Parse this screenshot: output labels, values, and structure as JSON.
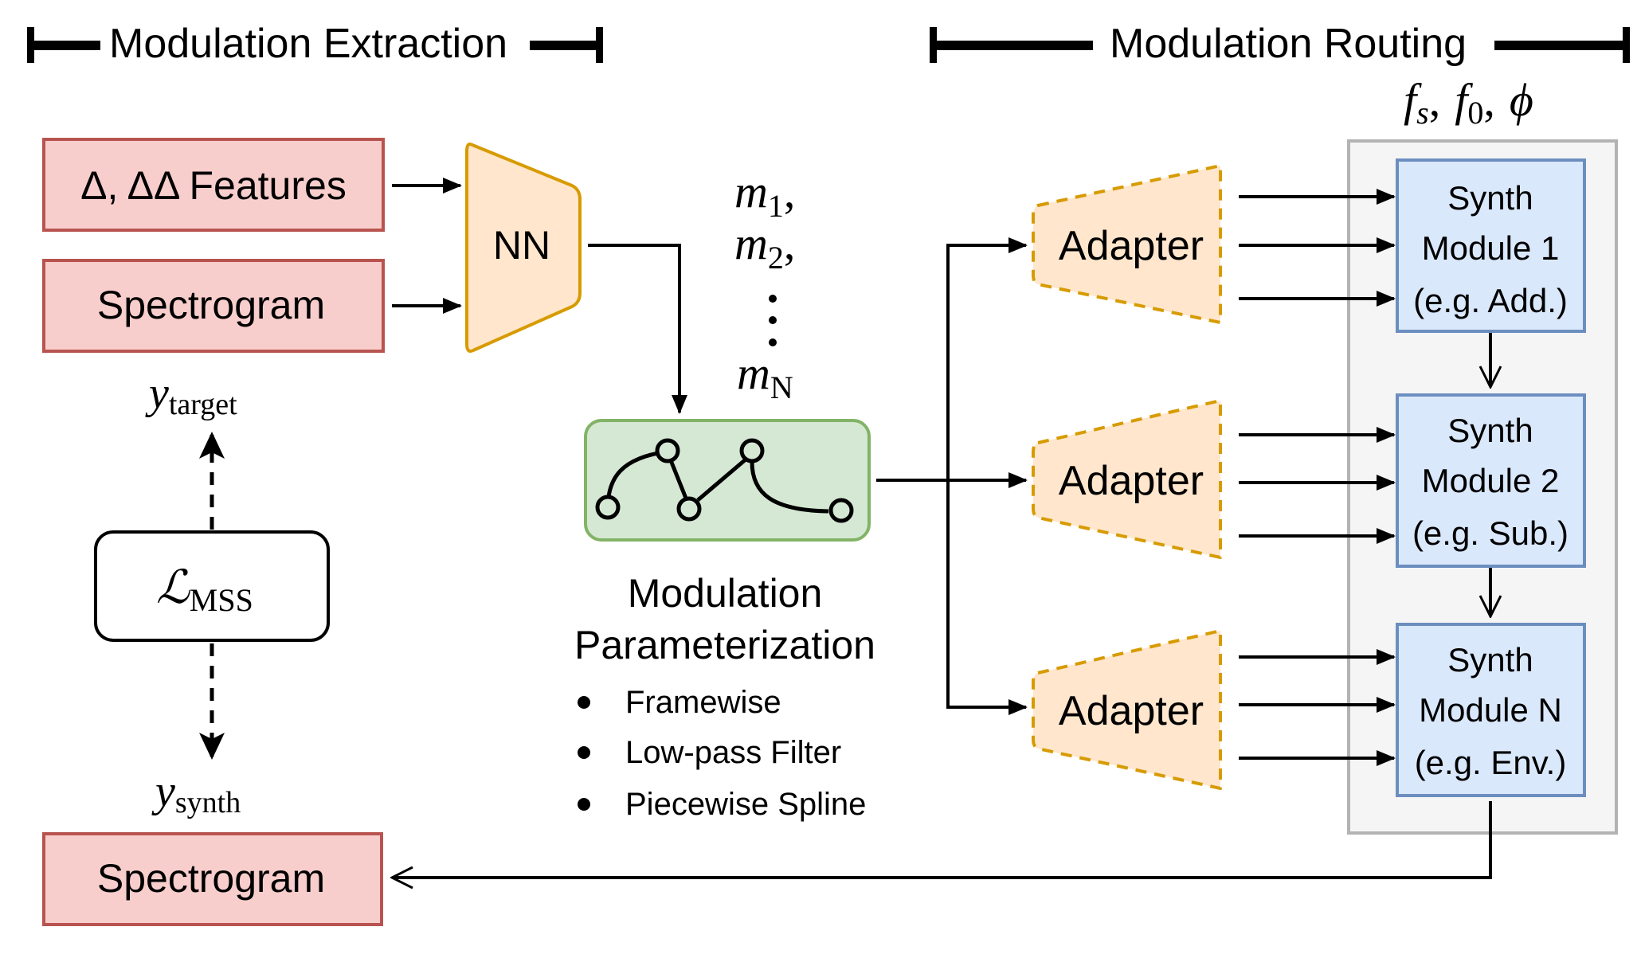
{
  "sections": {
    "extraction_title": "Modulation Extraction",
    "routing_title": "Modulation Routing"
  },
  "inputs": {
    "features_label": "Δ, ΔΔ Features",
    "spectrogram_label": "Spectrogram"
  },
  "nn": {
    "label": "NN"
  },
  "modulations": {
    "m_symbol": "m",
    "items": [
      {
        "sub": "1",
        "suffix": ","
      },
      {
        "sub": "2",
        "suffix": ","
      },
      {
        "sub": "N",
        "suffix": ""
      }
    ],
    "ellipsis": "⋮"
  },
  "parameterization": {
    "title_line1": "Modulation",
    "title_line2": "Parameterization",
    "bullet": "•",
    "items": [
      "Framewise",
      "Low-pass Filter",
      "Piecewise Spline"
    ]
  },
  "loss": {
    "symbol": "ℒ",
    "sub": "MSS",
    "target_var": "y",
    "target_sub": "target",
    "synth_var": "y",
    "synth_sub": "synth"
  },
  "output": {
    "spectrogram_label": "Spectrogram"
  },
  "adapters": [
    {
      "label": "Adapter"
    },
    {
      "label": "Adapter"
    },
    {
      "label": "Adapter"
    }
  ],
  "synth_params": {
    "f": "f",
    "fs_sub": "s",
    "f0_sub": "0",
    "phi": "ϕ",
    "sep": ","
  },
  "synth_modules": [
    {
      "line1": "Synth",
      "line2": "Module 1",
      "line3": "(e.g. Add.)"
    },
    {
      "line1": "Synth",
      "line2": "Module 2",
      "line3": "(e.g. Sub.)"
    },
    {
      "line1": "Synth",
      "line2": "Module N",
      "line3": "(e.g. Env.)"
    }
  ],
  "colors": {
    "input_fill": "#f8cecc",
    "input_stroke": "#b85450",
    "nn_fill": "#ffe6cc",
    "nn_stroke": "#d79b00",
    "param_fill": "#d5e8d4",
    "param_stroke": "#82b366",
    "synth_fill": "#dae8fc",
    "synth_stroke": "#6c8ebf",
    "group_fill": "#f5f5f5",
    "group_stroke": "#b3b3b3"
  }
}
